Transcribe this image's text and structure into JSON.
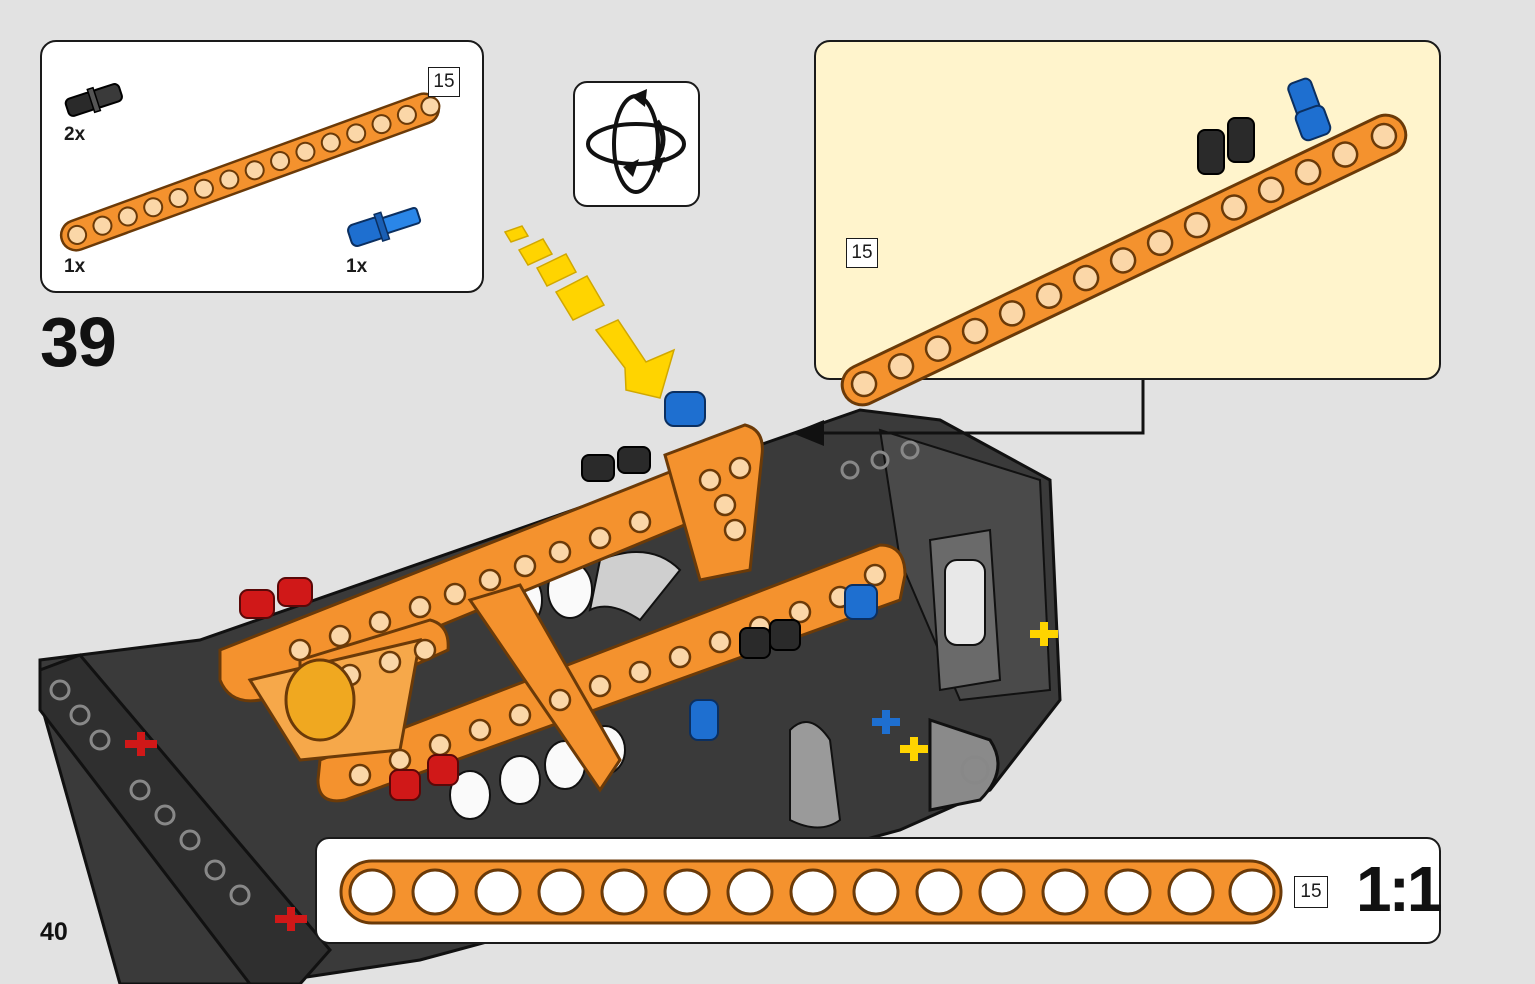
{
  "colors": {
    "background": "#e2e2e2",
    "beam_orange": "#f4922e",
    "beam_outline": "#6b3a08",
    "subassembly_bg": "#fff4cc",
    "pin_blue": "#1e6fd0",
    "pin_black": "#2a2a2a",
    "pin_red": "#d01818",
    "arrow_yellow": "#ffd400"
  },
  "parts_list": {
    "items": [
      {
        "part": "black-friction-pin",
        "quantity": "2x"
      },
      {
        "part": "orange-beam-15",
        "quantity": "1x",
        "length_tag": "15"
      },
      {
        "part": "blue-axle-pin",
        "quantity": "1x"
      }
    ]
  },
  "step": {
    "number": "39"
  },
  "rotate_icon": "rotate-model-icon",
  "subassembly": {
    "length_tag": "15"
  },
  "ruler": {
    "length_tag": "15",
    "scale": "1:1",
    "holes": 15
  },
  "page": {
    "number": "40"
  }
}
